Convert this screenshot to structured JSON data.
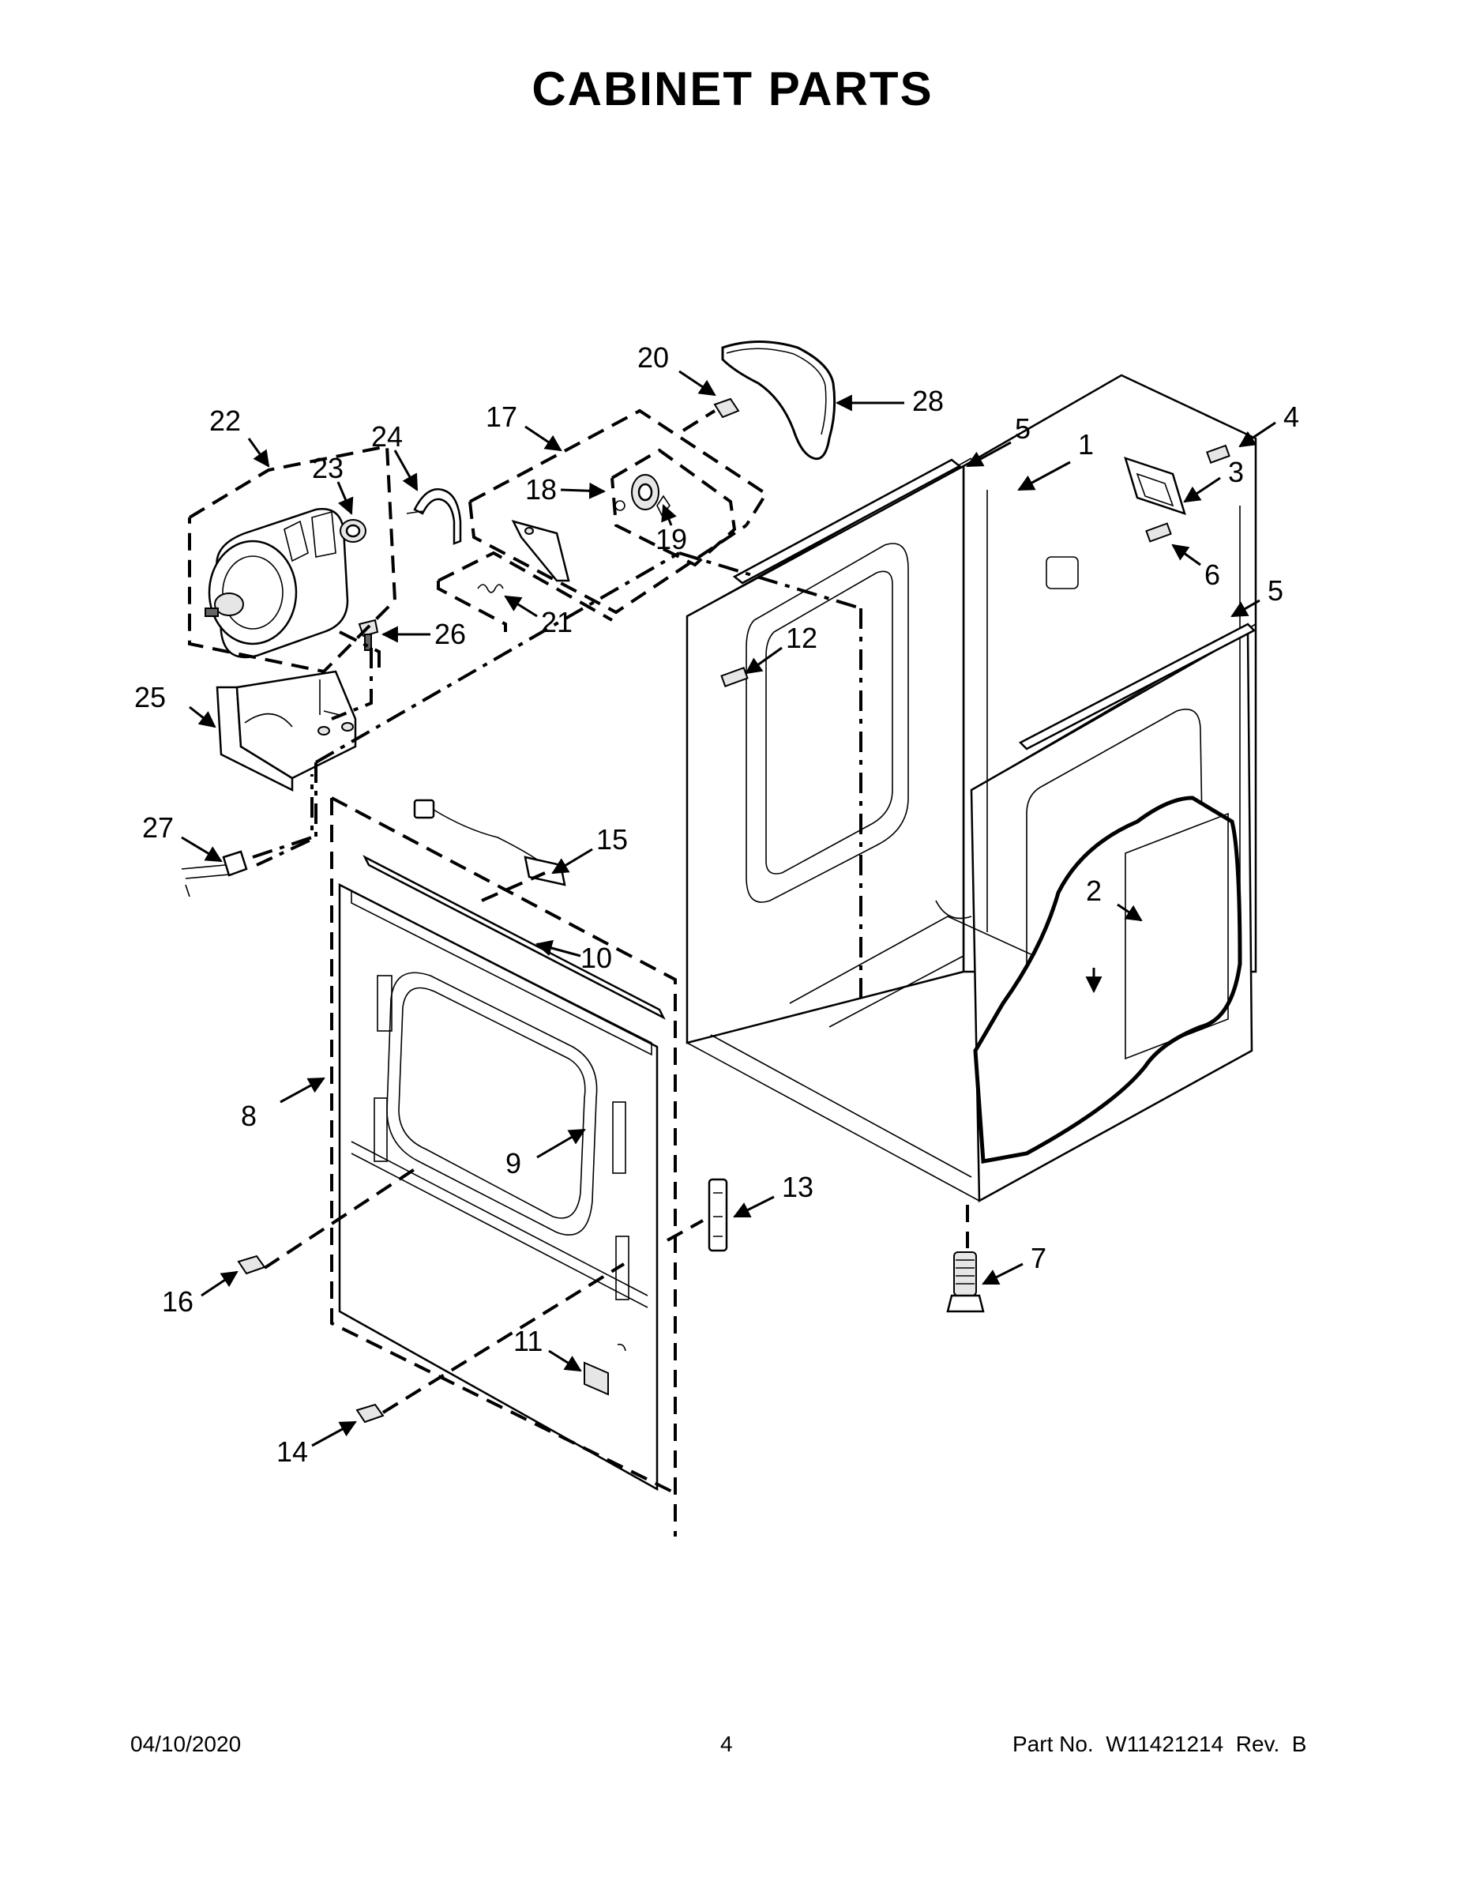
{
  "title": "CABINET PARTS",
  "callouts": [
    "1",
    "2",
    "3",
    "4",
    "5",
    "6",
    "7",
    "8",
    "9",
    "10",
    "11",
    "12",
    "13",
    "14",
    "15",
    "16",
    "17",
    "18",
    "19",
    "20",
    "21",
    "22",
    "23",
    "24",
    "25",
    "26",
    "27",
    "28"
  ],
  "footer": {
    "date": "04/10/2020",
    "page": "4",
    "part_no": "Part No.  W11421214  Rev.  B"
  }
}
